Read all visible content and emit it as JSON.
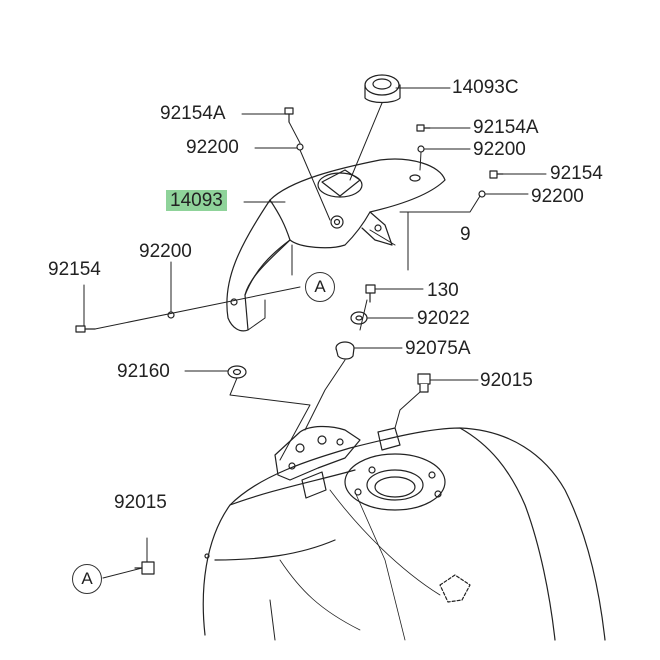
{
  "labels": {
    "p14093c": "14093C",
    "p92154a_left": "92154A",
    "p92200_left": "92200",
    "p14093": "14093",
    "p92154a_right": "92154A",
    "p92200_right1": "92200",
    "p92154_right": "92154",
    "p92200_right2": "92200",
    "p9": "9",
    "p92154_left": "92154",
    "p92200_mid": "92200",
    "p130": "130",
    "p92022": "92022",
    "p92075a": "92075A",
    "p92160": "92160",
    "p92015_right": "92015",
    "p92015_left": "92015"
  },
  "refs": {
    "a_top": "A",
    "a_bottom": "A"
  },
  "highlight_color": "#8fd39a"
}
